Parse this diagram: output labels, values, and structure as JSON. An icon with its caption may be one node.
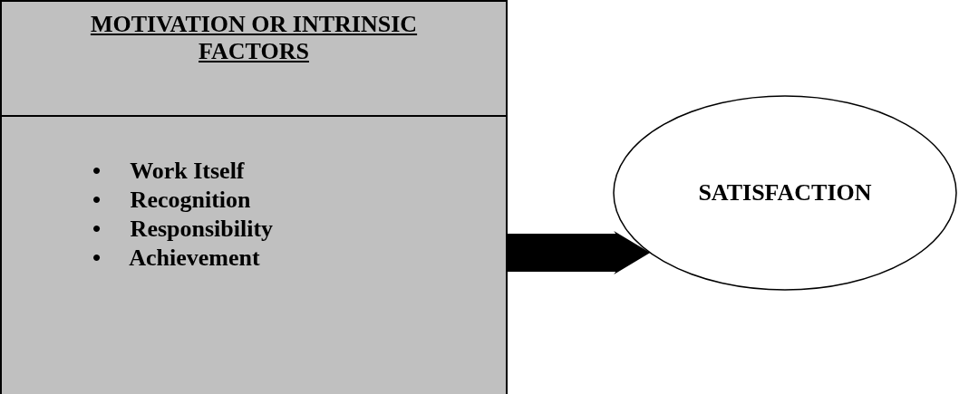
{
  "diagram": {
    "nodes": [
      {
        "text": [
          "MOTIVATION OR INTRINSIC FACTORS",
          "•     Work Itself",
          "•     Recognition",
          "•     Responsibility",
          "•     Achievement"
        ]
      },
      {
        "text": [
          "SATISFACTION"
        ]
      }
    ],
    "edges": [
      {
        "from": 0,
        "to": 1,
        "arrow": "to",
        "style": "thick"
      }
    ]
  }
}
